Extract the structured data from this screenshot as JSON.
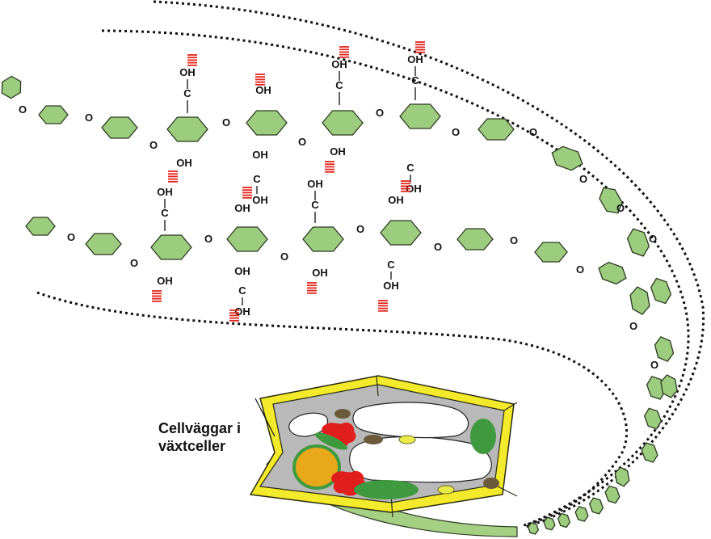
{
  "callout": {
    "line1": "Cellväggar i",
    "line2": "växtceller"
  },
  "atoms": {
    "oxygen": "O",
    "hydroxyl": "OH",
    "carbon": "C"
  },
  "colors": {
    "sugar_ring": "#9ccc7d",
    "sugar_ring_stroke": "#2b3a20",
    "hydrogen_bond": "#e2231a",
    "cell_wall": "#f2ea2a",
    "cytoplasm": "#b9b9b9",
    "chloroplast": "#3f9a3f",
    "nucleus": "#e9a81a",
    "red_organelle": "#e01e1e",
    "mitochondrion": "#6b5a3a",
    "fiber": "#a5cf83"
  },
  "icons": [
    "glucose-ring-icon",
    "hydrogen-bond-icon",
    "plant-cell-icon",
    "cellulose-fiber-icon"
  ]
}
